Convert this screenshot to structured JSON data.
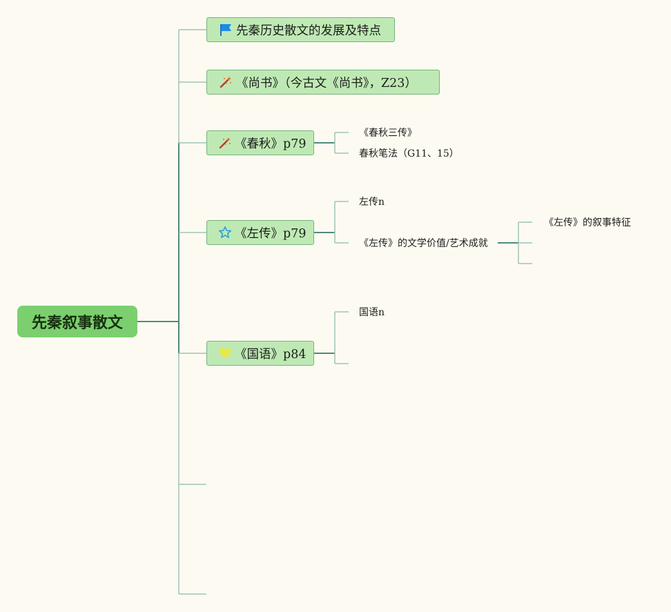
{
  "root": {
    "label": "先秦叙事散文"
  },
  "topics": [
    {
      "label": "先秦历史散文的发展及特点",
      "icon": "blue-flag-icon"
    },
    {
      "label": "《尚书》（今古文《尚书》，Z23）",
      "icon": "magic-wand-icon"
    },
    {
      "label": "《春秋》p79",
      "icon": "magic-wand-icon"
    },
    {
      "label": "《左传》p79",
      "icon": "star-outline-icon"
    },
    {
      "label": "《国语》p84",
      "icon": "yellow-heart-icon"
    }
  ],
  "chunqiu_children": [
    "《春秋三传》",
    "春秋笔法（G11、15）"
  ],
  "zuozhuan_children": [
    "左传n",
    "《左传》的文学价值/艺术成就"
  ],
  "zuozhuan_value_children": [
    "《左传》的叙事特征"
  ],
  "guoyu_children": [
    "国语n"
  ],
  "colors": {
    "background": "#fdfbf1",
    "root_fill": "#7ccf6e",
    "topic_fill": "#bfe9b4",
    "topic_border": "#74b27a",
    "connector_main": "#4f8a7a",
    "connector_light": "#9fc3b8"
  }
}
